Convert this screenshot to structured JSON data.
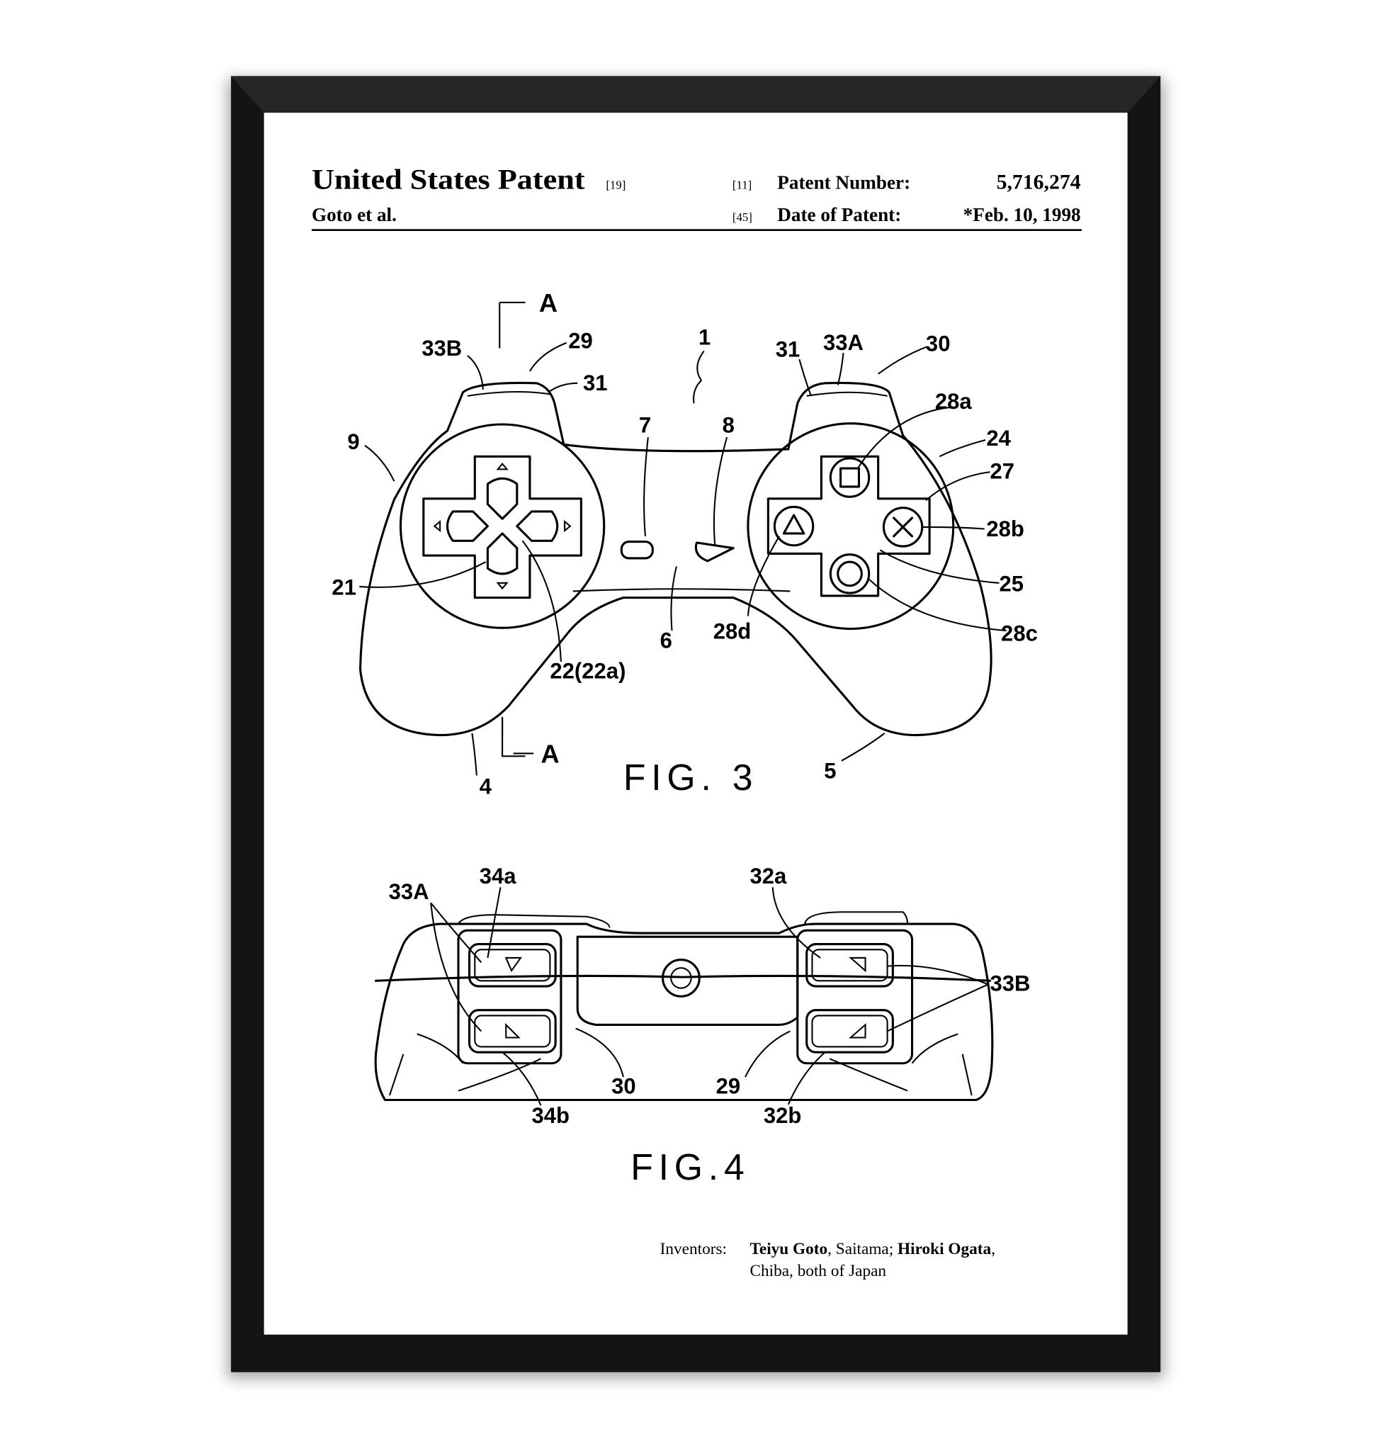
{
  "header": {
    "title": "United States Patent",
    "title_code": "[19]",
    "inventor_short": "Goto et al.",
    "number_code": "[11]",
    "number_label": "Patent Number:",
    "number_value": "5,716,274",
    "date_code": "[45]",
    "date_label": "Date of Patent:",
    "date_value": "*Feb. 10, 1998"
  },
  "fig3": {
    "caption": "FIG. 3",
    "labels": {
      "section_top": "A",
      "section_bottom": "A",
      "l33B": "33B",
      "l29": "29",
      "l31a": "31",
      "l1": "1",
      "l31b": "31",
      "l33A": "33A",
      "l30": "30",
      "l28a": "28a",
      "l24": "24",
      "l27": "27",
      "l28b": "28b",
      "l25": "25",
      "l28c": "28c",
      "l9": "9",
      "l7": "7",
      "l8": "8",
      "l21": "21",
      "l22": "22(22a)",
      "l6": "6",
      "l28d": "28d",
      "l4": "4",
      "l5": "5"
    }
  },
  "fig4": {
    "caption": "FIG.4",
    "labels": {
      "l33A": "33A",
      "l34a": "34a",
      "l32a": "32a",
      "l33B": "33B",
      "l30": "30",
      "l29": "29",
      "l34b": "34b",
      "l32b": "32b"
    }
  },
  "inventors": {
    "label": "Inventors:",
    "name1": "Teiyu Goto",
    "place1": ", Saitama; ",
    "name2": "Hiroki Ogata",
    "place2": ",",
    "line2": "Chiba, both of Japan"
  },
  "colors": {
    "frame": "#111111",
    "paper": "#ffffff",
    "ink": "#000000"
  }
}
